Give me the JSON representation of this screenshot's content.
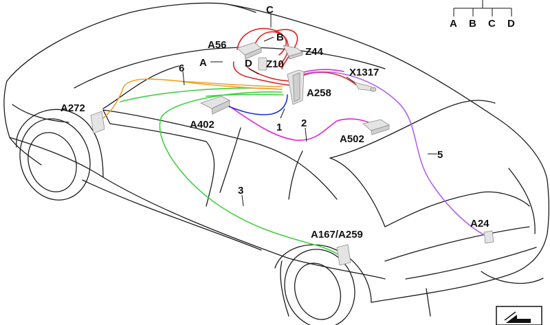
{
  "labels": {
    "c_top": "C",
    "b": "B",
    "a56": "A56",
    "z44": "Z44",
    "a": "A",
    "d": "D",
    "z10": "Z10",
    "n6": "6",
    "x1317": "X1317",
    "a258": "A258",
    "a272": "A272",
    "a402": "A402",
    "n1": "1",
    "n2": "2",
    "a502": "A502",
    "n5": "5",
    "n3": "3",
    "a167": "A167/A259",
    "a24": "A24"
  },
  "legend": {
    "items": [
      "A",
      "B",
      "C",
      "D"
    ]
  },
  "wire_colors": {
    "red": "#e02020",
    "magenta": "#e020d0",
    "blue": "#1f2fd0",
    "green": "#3fd03f",
    "orange": "#f0a020",
    "purple": "#b060f0"
  },
  "icons": {
    "corner_button": "arrow-icon"
  }
}
